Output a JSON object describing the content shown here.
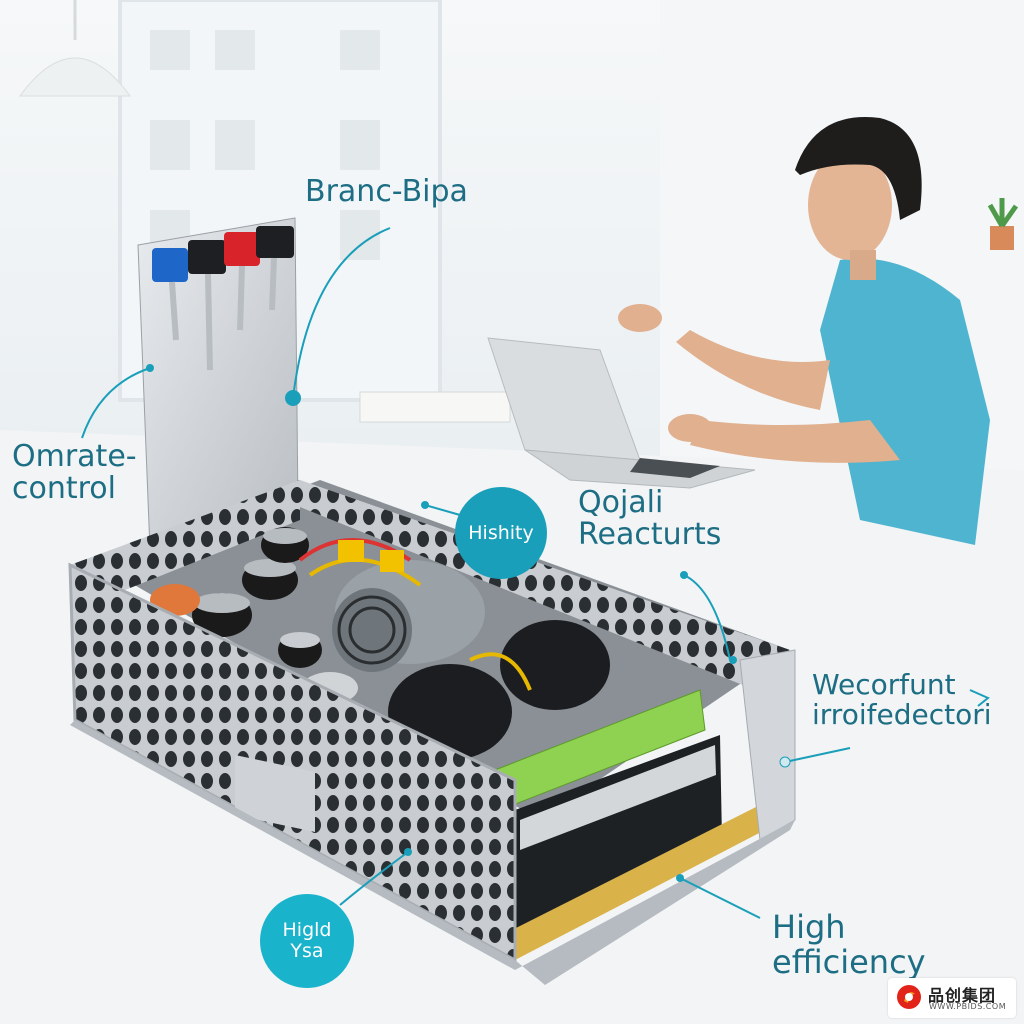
{
  "labels": {
    "top": "Branc-Bipa",
    "left_line1": "Omrate-",
    "left_line2": "control",
    "circle_mid": "Hishity",
    "right_top_line1": "Qojali",
    "right_top_line2": "Reacturts",
    "right_mid_line1": "Wecorfunt",
    "right_mid_line2": "irroifedectori",
    "circle_bottom_line1": "Higld",
    "circle_bottom_line2": "Ysa",
    "bottom_right_line1": "High",
    "bottom_right_line2": "efficiency"
  },
  "logo": {
    "name": "品创集团",
    "url": "WWW.PBIDS.COM"
  },
  "colors": {
    "accent": "#1a9fba",
    "label_text": "#1d6e84",
    "background": "#eef3f5"
  }
}
